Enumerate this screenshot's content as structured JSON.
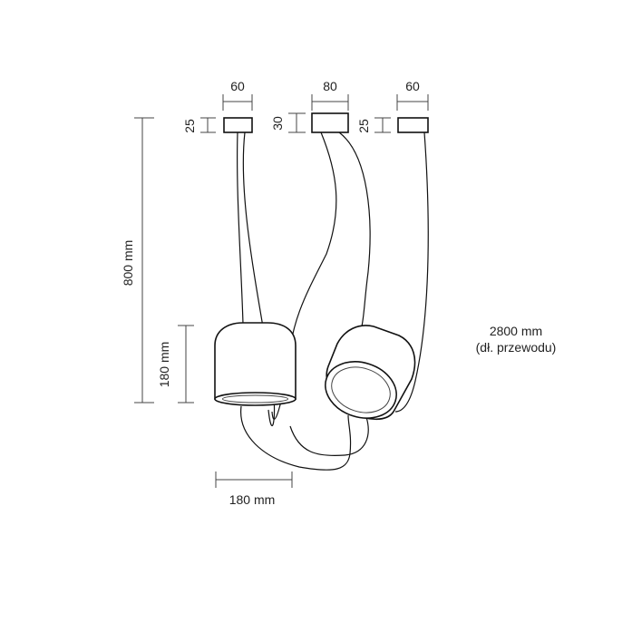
{
  "canopy_widths": [
    "60",
    "80",
    "60"
  ],
  "canopy_heights": [
    "25",
    "30",
    "25"
  ],
  "overall_height": "800 mm",
  "shade_height": "180 mm",
  "shade_width": "180 mm",
  "cable_length": "2800 mm",
  "cable_note": "(dł. przewodu)",
  "colors": {
    "line": "#111111",
    "dim_line": "#444444"
  }
}
